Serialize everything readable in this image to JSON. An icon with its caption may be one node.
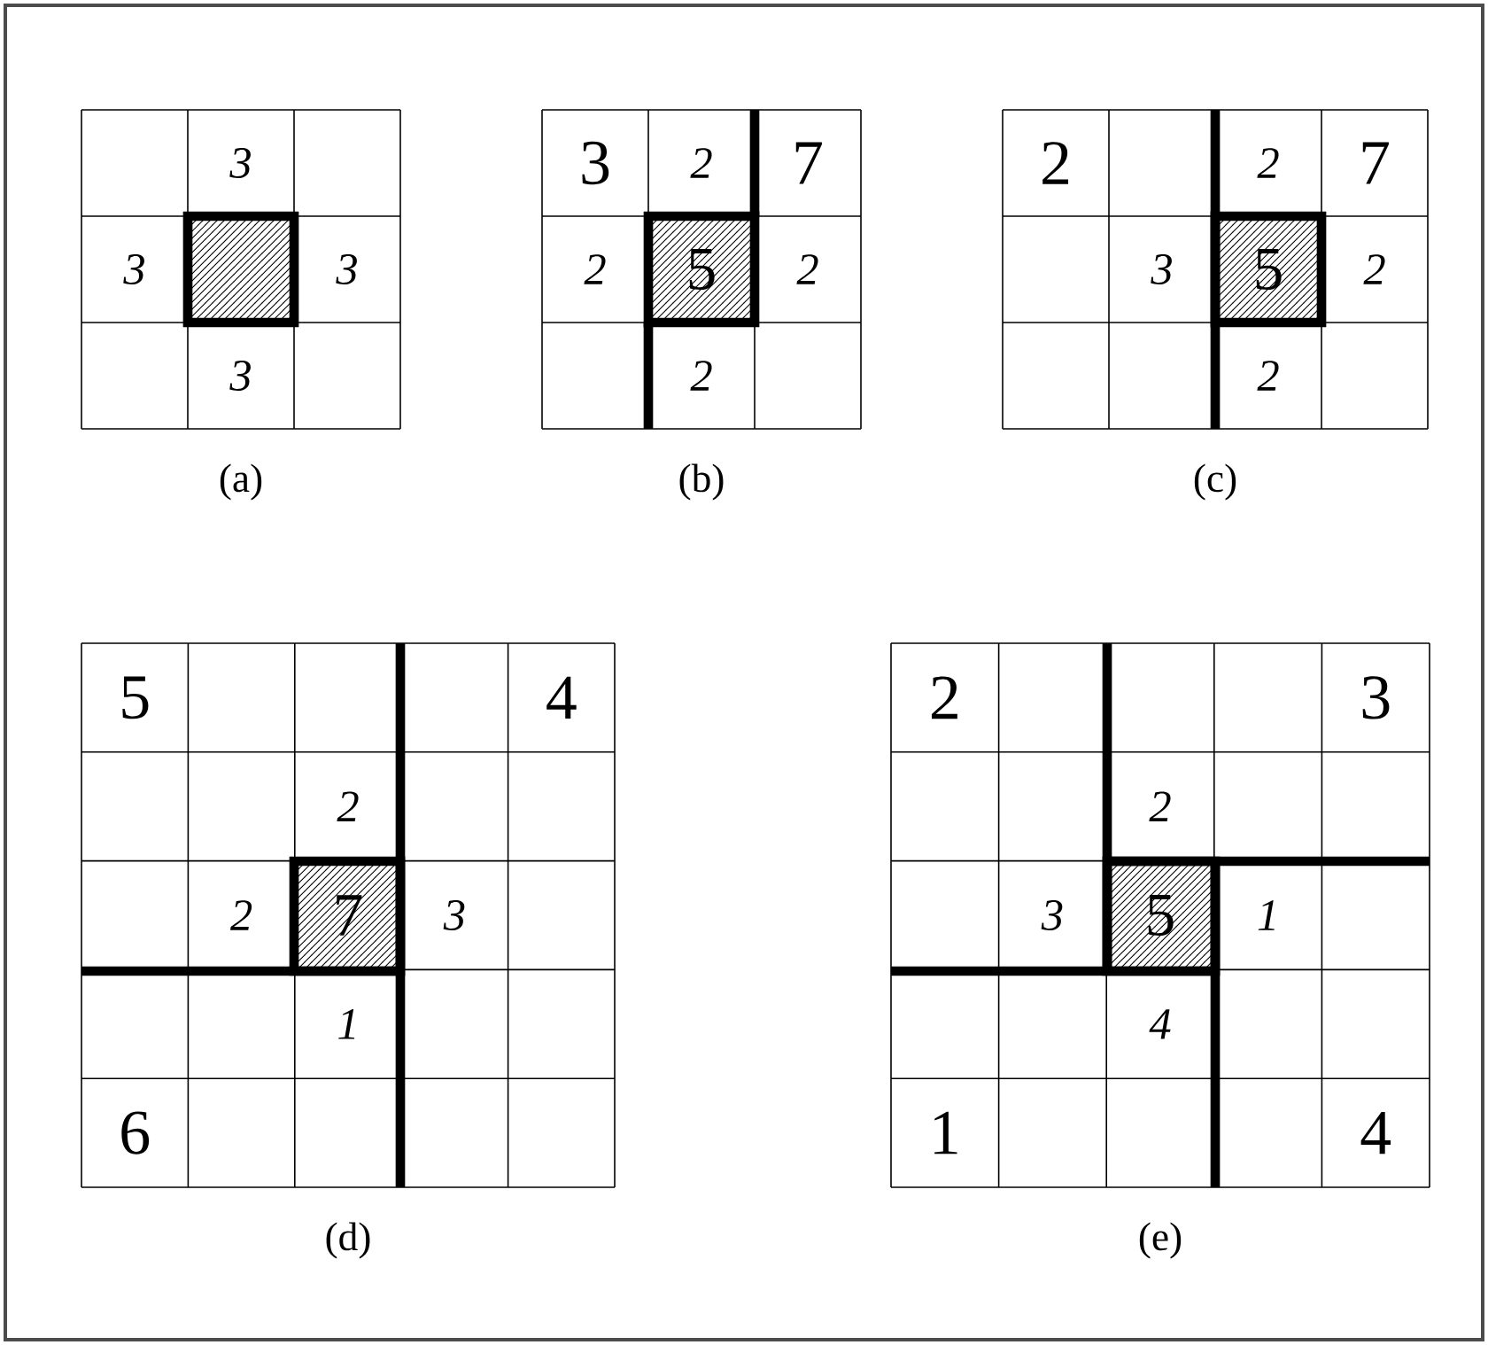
{
  "diagram": {
    "labels": [
      "3",
      "3",
      "3",
      "3",
      "(a)",
      "3",
      "2",
      "7",
      "2",
      "5",
      "2",
      "2",
      "(b)",
      "2",
      "2",
      "7",
      "3",
      "5",
      "2",
      "2",
      "(c)",
      "5",
      "4",
      "2",
      "2",
      "7",
      "3",
      "1",
      "6",
      "(d)",
      "2",
      "3",
      "2",
      "3",
      "5",
      "1",
      "4",
      "1",
      "4",
      "(e)"
    ]
  }
}
